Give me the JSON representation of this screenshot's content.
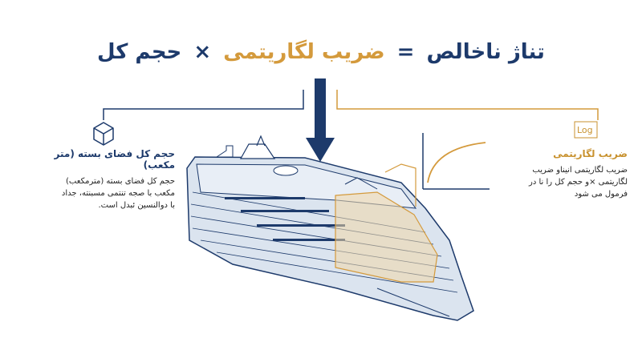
{
  "formula": {
    "result": "تناژ ناخالص",
    "equals": "=",
    "coefficient": "ضریب لگاریتمی",
    "times": "×",
    "volume": "حجم کل"
  },
  "left_panel": {
    "icon": "cube-icon",
    "title": "حجم کل فضای بسته (متر مکعب)",
    "body_lines": [
      "حجم کل فضای بسته (مترمکعب)",
      "مکعب با صجه تنتمی مسبنته، جداد",
      "با دوالنسین ئبدل است."
    ]
  },
  "right_panel": {
    "graph_label": "Log",
    "title": "ضریب لگاریتمی",
    "body_lines": [
      "ضریب لگاریتمی انیناو ضریب",
      "لگاریتمی ×و حجم کل را نا در",
      "فرمول می شود"
    ]
  },
  "colors": {
    "navy": "#1d3a6b",
    "gold": "#d49a3c",
    "hull_fill": "#dbe4ef"
  }
}
